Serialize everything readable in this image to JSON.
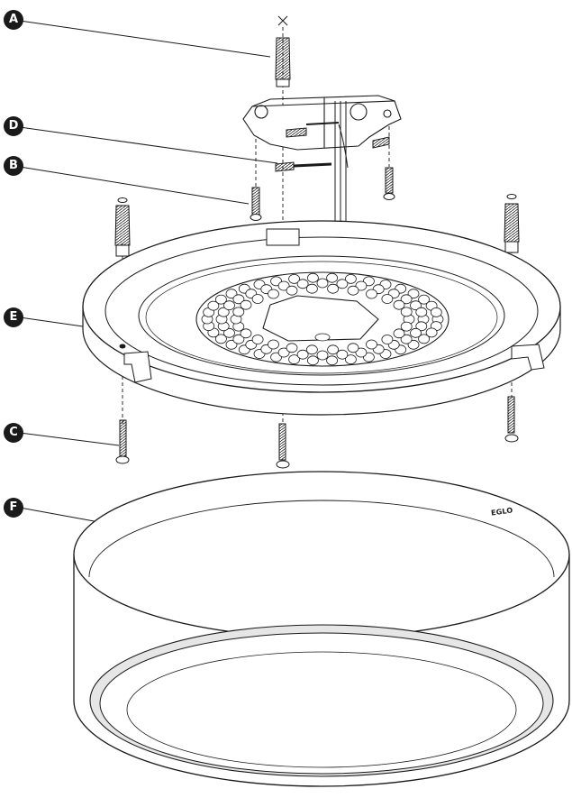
{
  "callouts": {
    "a": "A",
    "d": "D",
    "b": "B",
    "e": "E",
    "c": "C",
    "f": "F"
  },
  "brand": {
    "text": "EGLO"
  },
  "colors": {
    "ink": "#1a1a1a",
    "paper": "#ffffff",
    "shade": "#e6e6e6"
  }
}
